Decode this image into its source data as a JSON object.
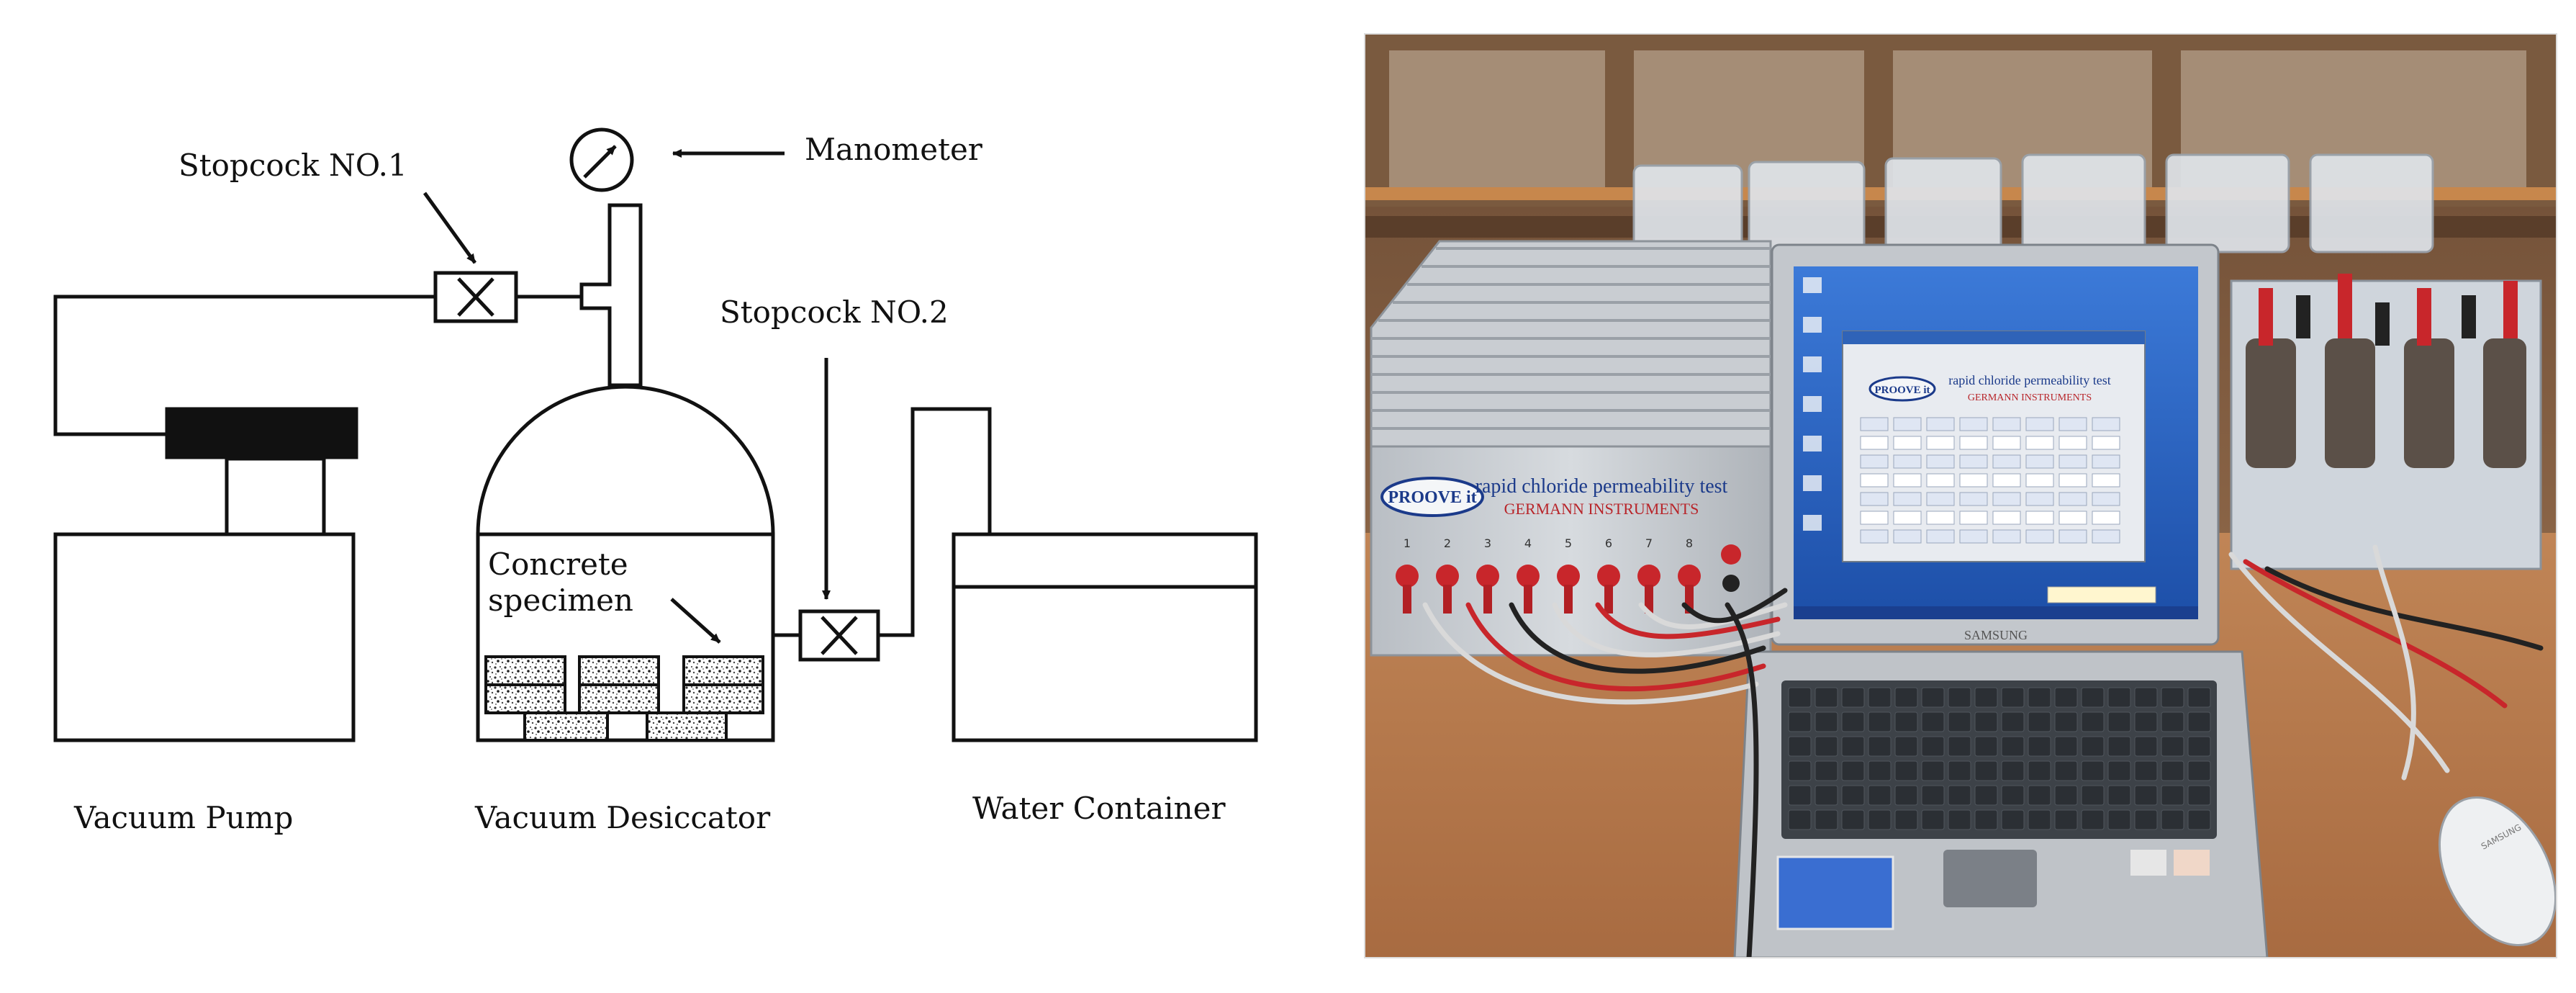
{
  "diagram": {
    "labels": {
      "stopcock1": "Stopcock NO.1",
      "manometer": "Manometer",
      "stopcock2": "Stopcock NO.2",
      "specimen_line1": "Concrete",
      "specimen_line2": "specimen",
      "vacuum_pump": "Vacuum Pump",
      "vacuum_desiccator": "Vacuum Desiccator",
      "water_container": "Water Container"
    }
  },
  "photo": {
    "device_brand": "PROOVE it",
    "device_title": "rapid chloride permeability test",
    "device_maker": "GERMANN INSTRUMENTS",
    "screen_brand": "PROOVE it",
    "screen_title": "rapid chloride permeability test",
    "screen_maker": "GERMANN INSTRUMENTS",
    "laptop_brand": "SAMSUNG",
    "mouse_brand": "SAMSUNG",
    "channel_numbers": [
      "1",
      "2",
      "3",
      "4",
      "5",
      "6",
      "7",
      "8"
    ]
  },
  "colors": {
    "line": "#111111",
    "desk": "#b97a4f",
    "screen": "#2a64c8",
    "cable_red": "#c8262b",
    "cable_gray": "#d9d9d9"
  }
}
